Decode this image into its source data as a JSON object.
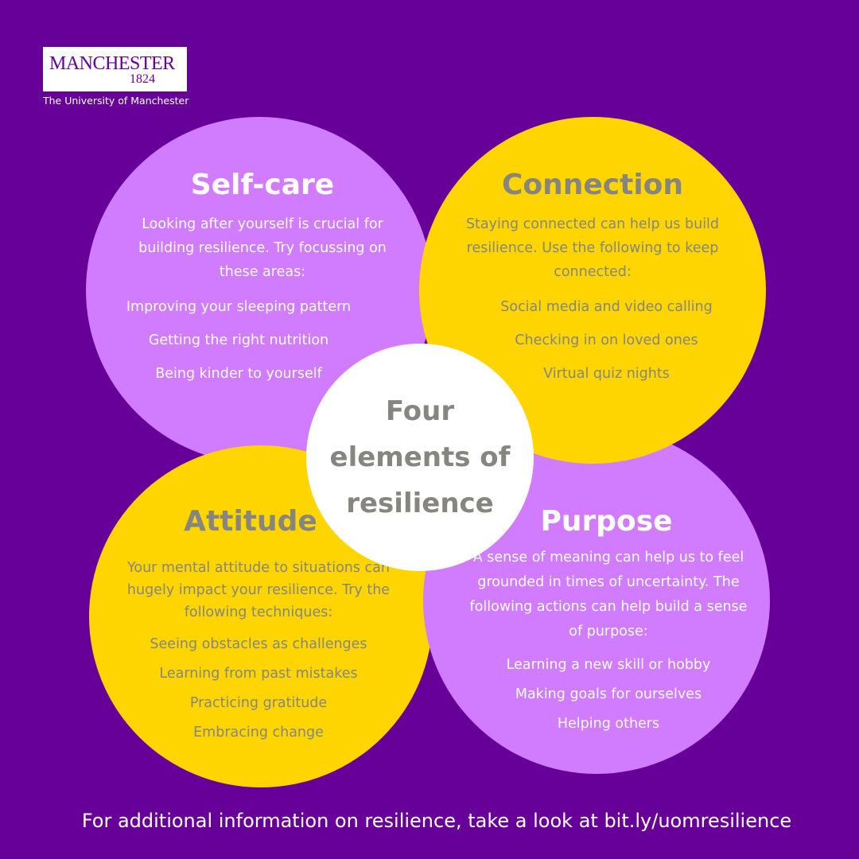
{
  "logo": {
    "name": "MANCHESTER",
    "year": "1824",
    "subtitle": "The University of Manchester"
  },
  "center": {
    "title": "Four elements of resilience"
  },
  "self_care": {
    "title": "Self-care",
    "description": "Looking after yourself is crucial for building resilience. Try focussing on these areas:",
    "items": [
      "Improving your sleeping pattern",
      "Getting the right nutrition",
      "Being kinder to yourself"
    ]
  },
  "connection": {
    "title": "Connection",
    "description": "Staying connected can help us build resilience. Use the following to keep connected:",
    "items": [
      "Social media and video calling",
      "Checking in on loved ones",
      "Virtual quiz nights"
    ]
  },
  "attitude": {
    "title": "Attitude",
    "description": "Your mental attitude to situations can hugely impact your resilience. Try the following techniques:",
    "items": [
      "Seeing obstacles as challenges",
      "Learning from past mistakes",
      "Practicing gratitude",
      "Embracing change"
    ]
  },
  "purpose": {
    "title": "Purpose",
    "description": "A sense of meaning can help us to feel grounded in times of uncertainty. The following actions can help build a sense of purpose:",
    "items": [
      "Learning a new skill or hobby",
      "Making goals for ourselves",
      "Helping others"
    ]
  },
  "footer": "For additional information on resilience, take a look at bit.ly/uomresilience",
  "colors": {
    "background": "#660099",
    "purple": "#D17BFF",
    "yellow": "#FFD500",
    "gray": "#86857F"
  }
}
